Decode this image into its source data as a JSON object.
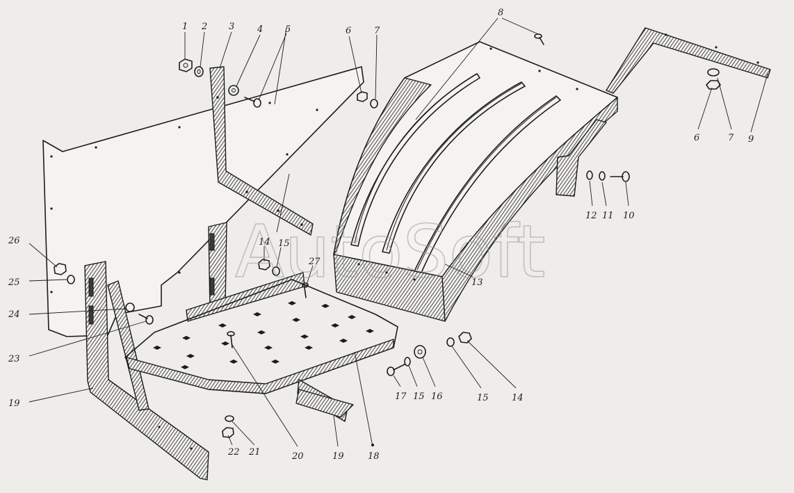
{
  "watermark": "AutoSoft",
  "callouts": [
    {
      "id": "c1",
      "label": "1"
    },
    {
      "id": "c2",
      "label": "2"
    },
    {
      "id": "c3",
      "label": "3"
    },
    {
      "id": "c4",
      "label": "4"
    },
    {
      "id": "c5",
      "label": "5"
    },
    {
      "id": "c6a",
      "label": "6"
    },
    {
      "id": "c7a",
      "label": "7"
    },
    {
      "id": "c8",
      "label": "8"
    },
    {
      "id": "c6b",
      "label": "6"
    },
    {
      "id": "c7b",
      "label": "7"
    },
    {
      "id": "c9",
      "label": "9"
    },
    {
      "id": "c12",
      "label": "12"
    },
    {
      "id": "c11",
      "label": "11"
    },
    {
      "id": "c10",
      "label": "10"
    },
    {
      "id": "c13",
      "label": "13"
    },
    {
      "id": "c26",
      "label": "26"
    },
    {
      "id": "c25",
      "label": "25"
    },
    {
      "id": "c24",
      "label": "24"
    },
    {
      "id": "c23",
      "label": "23"
    },
    {
      "id": "c19a",
      "label": "19"
    },
    {
      "id": "c14a",
      "label": "14"
    },
    {
      "id": "c15a",
      "label": "15"
    },
    {
      "id": "c27",
      "label": "27"
    },
    {
      "id": "c22",
      "label": "22"
    },
    {
      "id": "c21",
      "label": "21"
    },
    {
      "id": "c20",
      "label": "20"
    },
    {
      "id": "c19b",
      "label": "19"
    },
    {
      "id": "c18",
      "label": "18"
    },
    {
      "id": "c17",
      "label": "17"
    },
    {
      "id": "c15b",
      "label": "15"
    },
    {
      "id": "c16",
      "label": "16"
    },
    {
      "id": "c15c",
      "label": "15"
    },
    {
      "id": "c14b",
      "label": "14"
    }
  ]
}
